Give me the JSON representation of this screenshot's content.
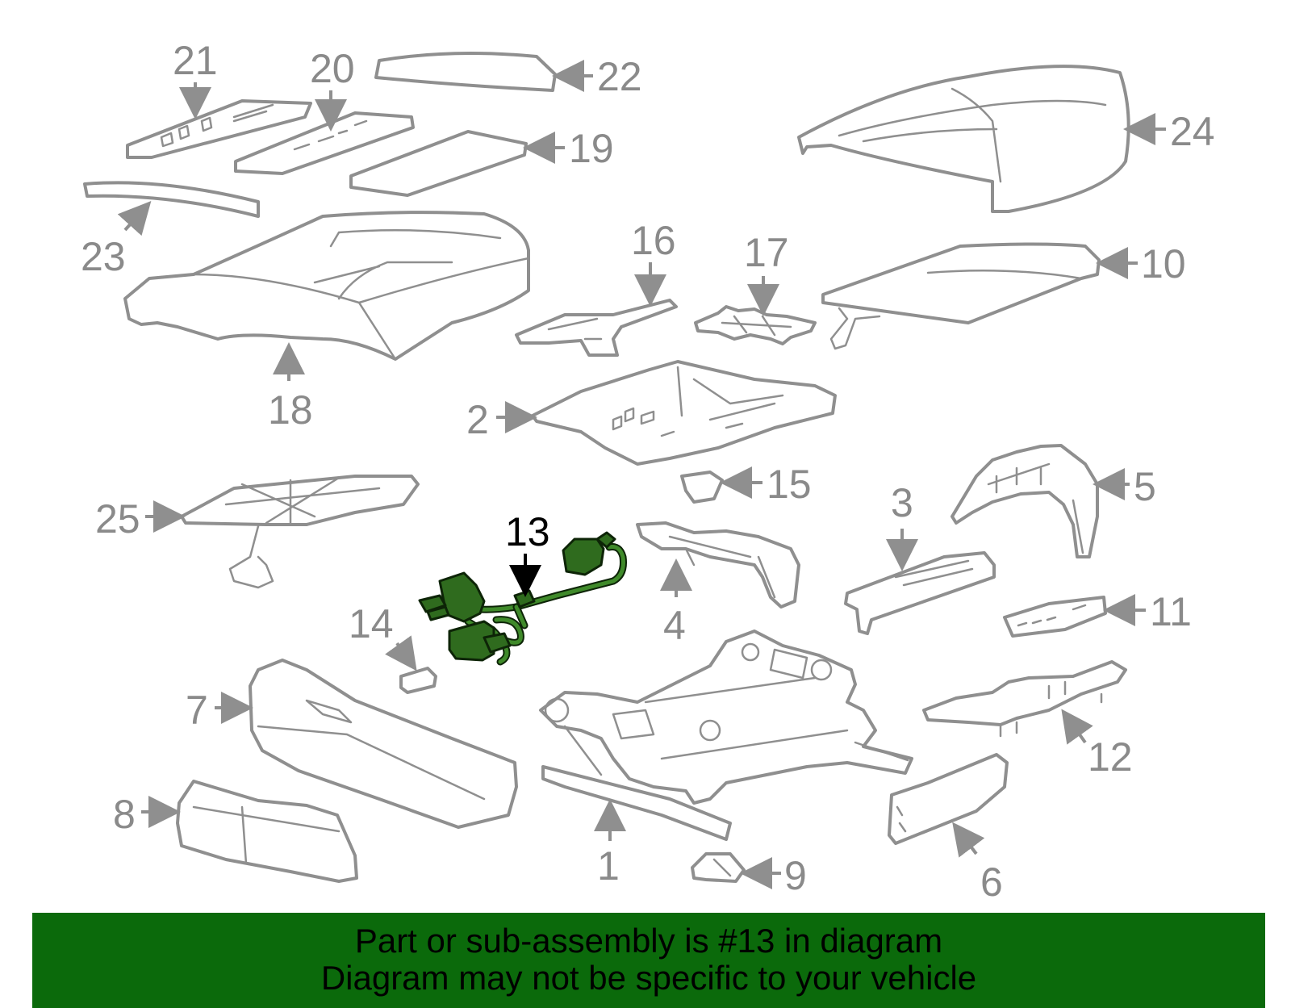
{
  "callouts": {
    "c1": "1",
    "c2": "2",
    "c3": "3",
    "c4": "4",
    "c5": "5",
    "c6": "6",
    "c7": "7",
    "c8": "8",
    "c9": "9",
    "c10": "10",
    "c11": "11",
    "c12": "12",
    "c13": "13",
    "c14": "14",
    "c15": "15",
    "c16": "16",
    "c17": "17",
    "c18": "18",
    "c19": "19",
    "c20": "20",
    "c21": "21",
    "c22": "22",
    "c23": "23",
    "c24": "24",
    "c25": "25"
  },
  "highlighted_part": "13",
  "colors": {
    "part_outline": "#8f8f8f",
    "callout_text": "#8a8a8a",
    "highlight_fill": "#2f6b1e",
    "banner_background": "#0b6a0b"
  },
  "footer": {
    "line1": "Part or sub-assembly is #13 in diagram",
    "line2": "Diagram may not be specific to your vehicle"
  }
}
